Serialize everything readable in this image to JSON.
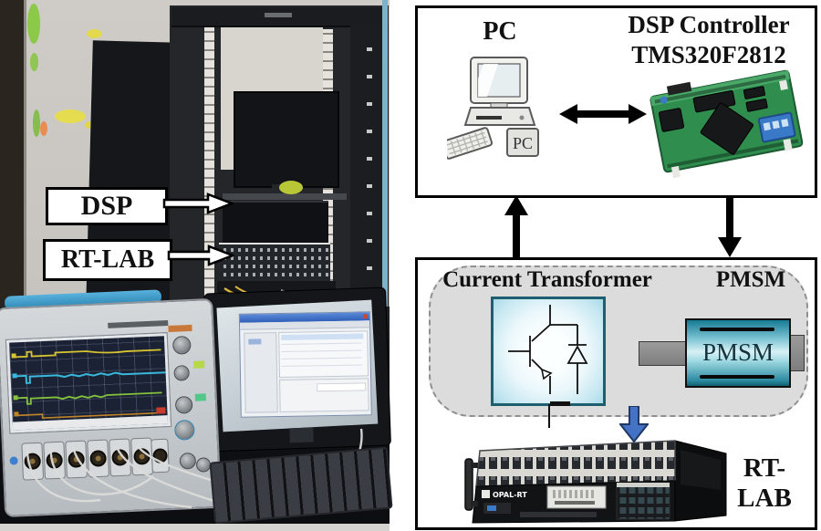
{
  "photo": {
    "dsp_label": "DSP",
    "rtlab_label": "RT-LAB"
  },
  "diagram": {
    "pc": {
      "label": "PC",
      "icon_text": "PC"
    },
    "dsp": {
      "title_line1": "DSP Controller",
      "title_line2": "TMS320F2812"
    },
    "plant": {
      "current_transformer_label": "Current Transformer",
      "pmsm_label": "PMSM",
      "motor_text": "PMSM"
    },
    "rtlab": {
      "label": "RT-LAB",
      "device_logo": "OPAL-RT"
    }
  },
  "colors": {
    "blue_arrow": "#4472c4",
    "motor_teal": "#2c8aa0",
    "igbt_border": "#1d5f6e",
    "trace_yellow": "#d8c431",
    "trace_cyan": "#38b8dc",
    "trace_green": "#84c23e",
    "trace_orange": "#c08428",
    "pcb_green": "#2f8d4e"
  }
}
